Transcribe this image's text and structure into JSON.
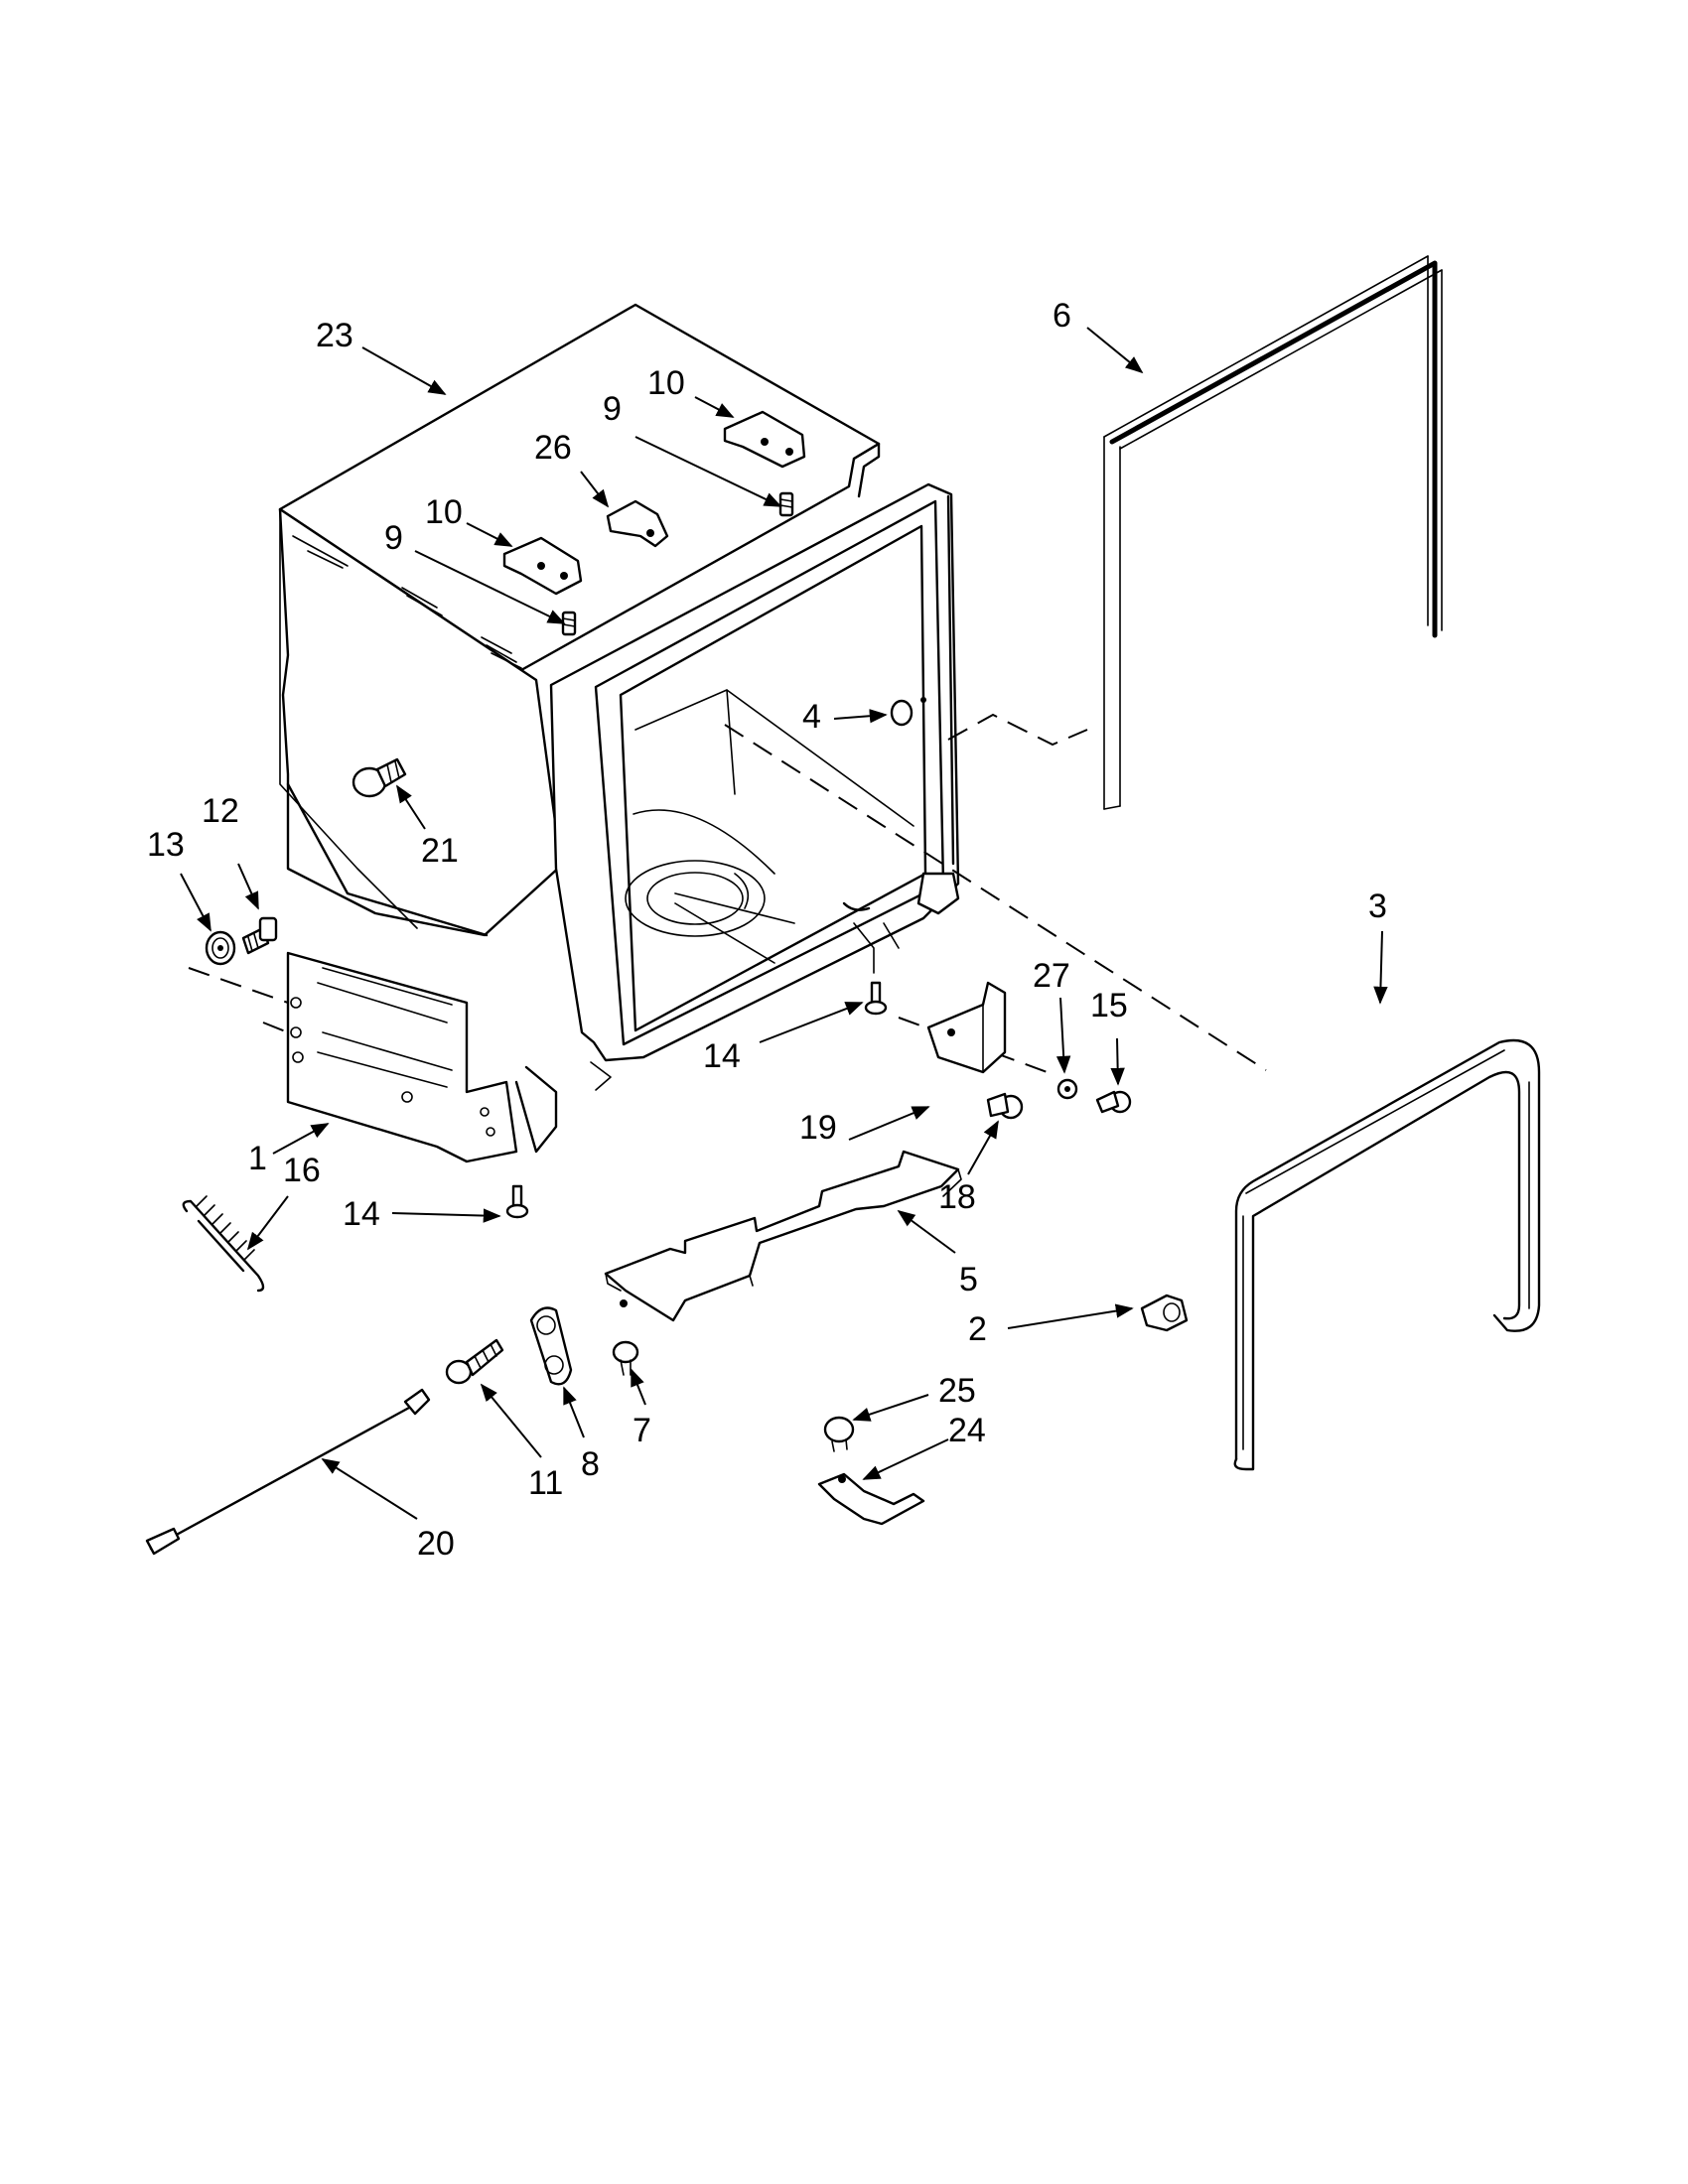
{
  "diagram": {
    "labels": [
      {
        "id": "lbl-23",
        "text": "23"
      },
      {
        "id": "lbl-10a",
        "text": "10"
      },
      {
        "id": "lbl-9a",
        "text": "9"
      },
      {
        "id": "lbl-26",
        "text": "26"
      },
      {
        "id": "lbl-10b",
        "text": "10"
      },
      {
        "id": "lbl-9b",
        "text": "9"
      },
      {
        "id": "lbl-6",
        "text": "6"
      },
      {
        "id": "lbl-4",
        "text": "4"
      },
      {
        "id": "lbl-21",
        "text": "21"
      },
      {
        "id": "lbl-13",
        "text": "13"
      },
      {
        "id": "lbl-12",
        "text": "12"
      },
      {
        "id": "lbl-3",
        "text": "3"
      },
      {
        "id": "lbl-27",
        "text": "27"
      },
      {
        "id": "lbl-15",
        "text": "15"
      },
      {
        "id": "lbl-14a",
        "text": "14"
      },
      {
        "id": "lbl-19",
        "text": "19"
      },
      {
        "id": "lbl-18",
        "text": "18"
      },
      {
        "id": "lbl-1",
        "text": "1"
      },
      {
        "id": "lbl-16",
        "text": "16"
      },
      {
        "id": "lbl-14b",
        "text": "14"
      },
      {
        "id": "lbl-5",
        "text": "5"
      },
      {
        "id": "lbl-2",
        "text": "2"
      },
      {
        "id": "lbl-25",
        "text": "25"
      },
      {
        "id": "lbl-24",
        "text": "24"
      },
      {
        "id": "lbl-7",
        "text": "7"
      },
      {
        "id": "lbl-8",
        "text": "8"
      },
      {
        "id": "lbl-11",
        "text": "11"
      },
      {
        "id": "lbl-20",
        "text": "20"
      }
    ]
  }
}
